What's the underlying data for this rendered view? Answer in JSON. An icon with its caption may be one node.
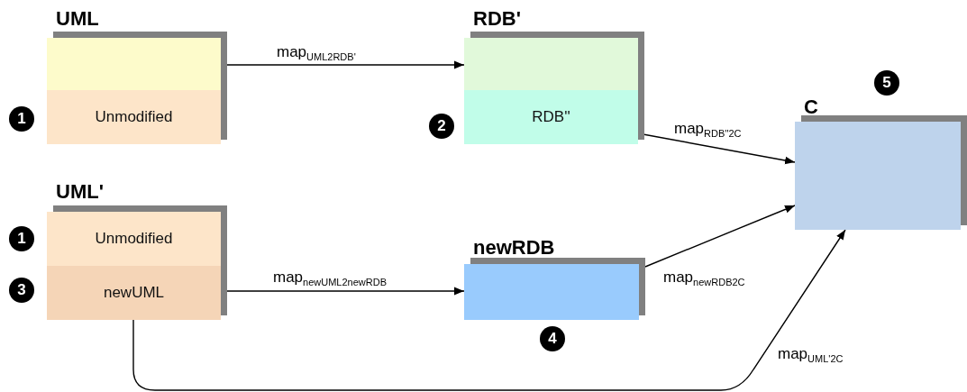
{
  "diagram": {
    "nodes": [
      {
        "text": [
          "UML"
        ]
      },
      {
        "text": [],
        "shape": "box",
        "in": 0
      },
      {
        "text": [
          "Unmodified"
        ],
        "in": 0,
        "beside": [
          "1"
        ]
      },
      {
        "text": [
          "RDB'"
        ]
      },
      {
        "text": [],
        "shape": "box",
        "in": 3
      },
      {
        "text": [
          "RDB''"
        ],
        "in": 3,
        "beside": [
          "2"
        ]
      },
      {
        "text": [
          "C"
        ],
        "beside": [
          "5"
        ]
      },
      {
        "text": [
          "UML'"
        ]
      },
      {
        "text": [
          "Unmodified"
        ],
        "in": 7,
        "beside": [
          "1"
        ]
      },
      {
        "text": [
          "newUML"
        ],
        "in": 7,
        "beside": [
          "3"
        ]
      },
      {
        "text": [
          "newRDB"
        ],
        "beside": [
          "4"
        ]
      }
    ],
    "edges": [
      {
        "from": 1,
        "to": 4,
        "arrow": "to",
        "label": "map$_{UML2RDB'}$"
      },
      {
        "from": 5,
        "to": 6,
        "arrow": "to",
        "label": "map$_{RDB''2C}$"
      },
      {
        "from": 9,
        "to": 10,
        "arrow": "to",
        "label": "map$_{newUML2newRDB}$"
      },
      {
        "from": 10,
        "to": 6,
        "arrow": "to",
        "label": "map$_{newRDB2C}$"
      },
      {
        "from": 9,
        "to": 6,
        "arrow": "to",
        "label": "map$_{UML'2C}$"
      }
    ]
  }
}
